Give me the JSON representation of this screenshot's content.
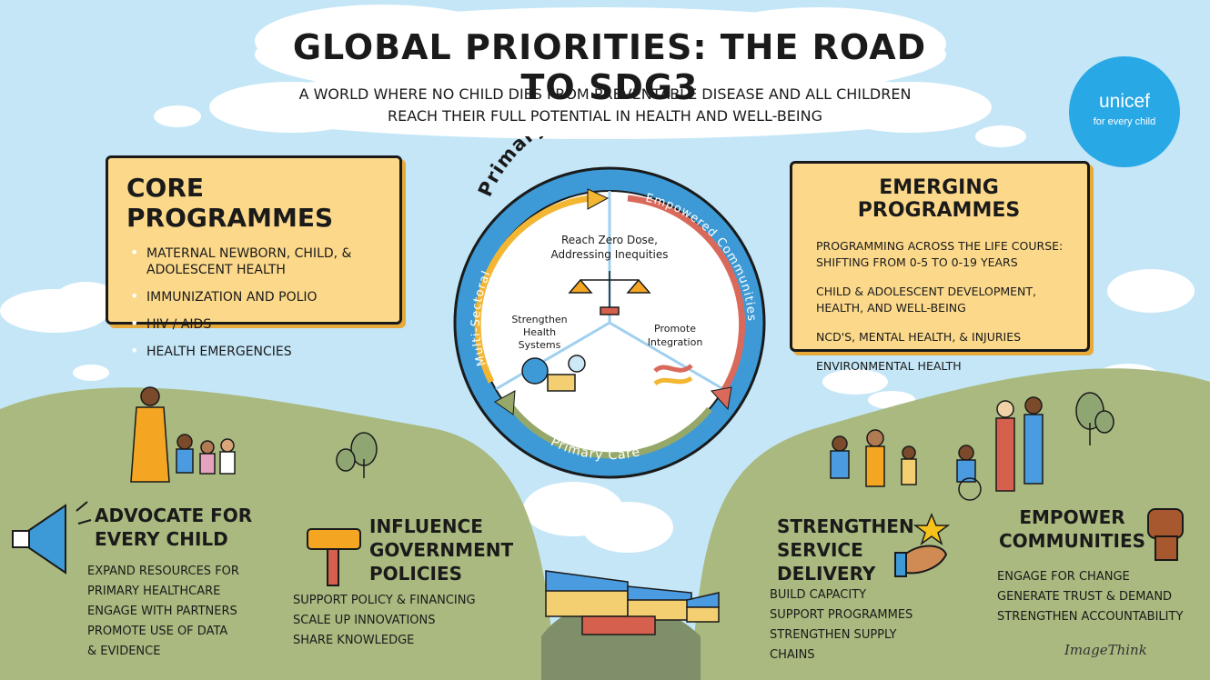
{
  "header": {
    "title": "Global Priorities: The Road to SDG3",
    "subtitle_line1": "A World Where No Child Dies From Preventable Disease and All Children",
    "subtitle_line2": "Reach Their Full Potential in Health and Well-Being"
  },
  "logo": {
    "wordmark": "unicef",
    "tagline": "for every child",
    "color": "#29a8e6"
  },
  "core": {
    "heading": "Core Programmes",
    "items": [
      "Maternal Newborn, Child, & Adolescent Health",
      "Immunization and Polio",
      "HIV / AIDS",
      "Health Emergencies"
    ]
  },
  "emerging": {
    "heading": "Emerging Programmes",
    "items": [
      "Programming across the life course: shifting from 0-5 to 0-19 years",
      "Child & Adolescent Development, Health, and Well-Being",
      "NCD's, Mental Health, & Injuries",
      "Environmental Health"
    ]
  },
  "wheel": {
    "arc_title": "Primary Health Care",
    "ring_left": "Multi-Sectoral",
    "ring_right": "Empowered Communities",
    "ring_bottom": "Primary Care",
    "segment_top_line1": "Reach Zero Dose,",
    "segment_top_line2": "Addressing Inequities",
    "segment_left_line1": "Strengthen",
    "segment_left_line2": "Health",
    "segment_left_line3": "Systems",
    "segment_right_line1": "Promote",
    "segment_right_line2": "Integration"
  },
  "actions": {
    "advocate": {
      "title_line1": "Advocate for",
      "title_line2": "Every Child",
      "bullets": [
        "Expand Resources for",
        "Primary Healthcare",
        "Engage with Partners",
        "Promote use of Data",
        "& Evidence"
      ]
    },
    "influence": {
      "title_line1": "Influence",
      "title_line2": "Government",
      "title_line3": "Policies",
      "bullets": [
        "Support Policy & Financing",
        "Scale up Innovations",
        "Share Knowledge"
      ]
    },
    "service": {
      "title_line1": "Strengthen",
      "title_line2": "Service",
      "title_line3": "Delivery",
      "bullets": [
        "Build Capacity",
        "Support Programmes",
        "Strengthen Supply",
        "Chains"
      ]
    },
    "empower": {
      "title_line1": "Empower",
      "title_line2": "Communities",
      "bullets": [
        "Engage for Change",
        "Generate Trust & Demand",
        "Strengthen Accountability"
      ]
    }
  },
  "credit": "ImageThink",
  "colors": {
    "panel": "#fcd98a",
    "sky": "#c4e6f7",
    "hill": "#a9b97f",
    "ring": "#3d9ad6",
    "arrow_yellow": "#f2b632",
    "arrow_red": "#d96a5b",
    "arrow_green": "#95a86a"
  }
}
